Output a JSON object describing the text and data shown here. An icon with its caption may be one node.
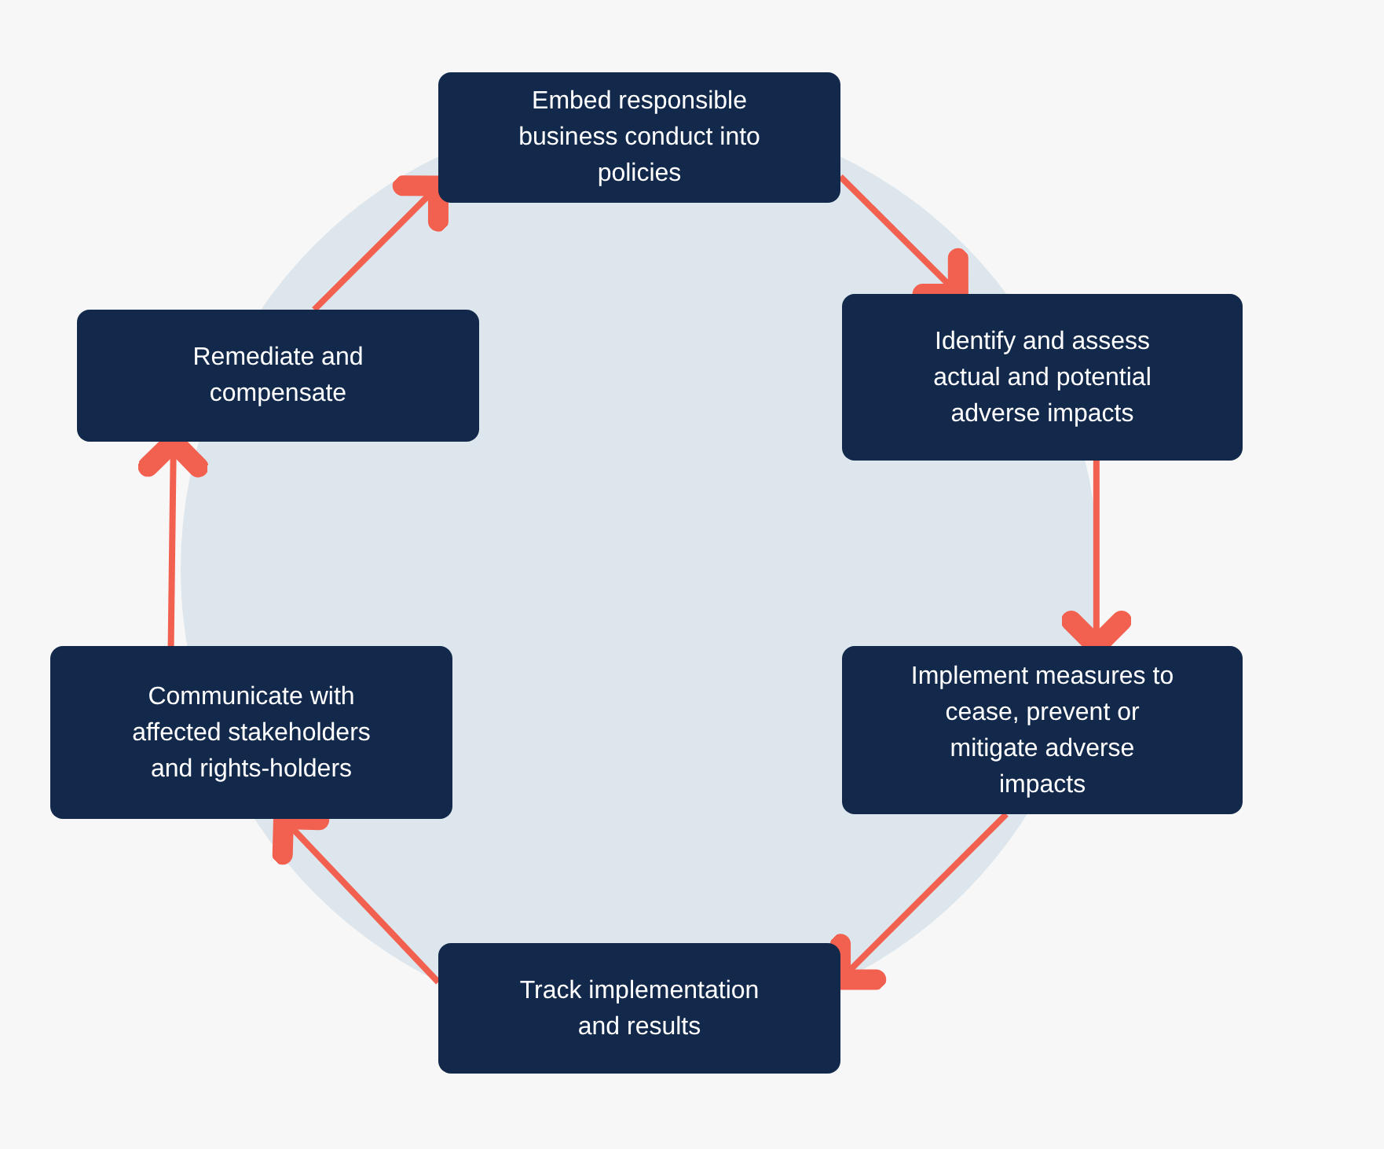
{
  "diagram": {
    "nodes": [
      {
        "text": [
          "Embed responsible business conduct into policies"
        ]
      },
      {
        "text": [
          "Identify and assess actual and potential adverse impacts"
        ]
      },
      {
        "text": [
          "Implement measures to cease, prevent or mitigate adverse impacts"
        ]
      },
      {
        "text": [
          "Track implementation and results"
        ]
      },
      {
        "text": [
          "Communicate with affected stakeholders and rights-holders"
        ]
      },
      {
        "text": [
          "Remediate and compensate"
        ]
      }
    ],
    "edges": [
      {
        "from": 0,
        "to": 1,
        "arrow": "to"
      },
      {
        "from": 1,
        "to": 2,
        "arrow": "to"
      },
      {
        "from": 2,
        "to": 3,
        "arrow": "to"
      },
      {
        "from": 3,
        "to": 4,
        "arrow": "to"
      },
      {
        "from": 4,
        "to": 5,
        "arrow": "to"
      },
      {
        "from": 5,
        "to": 0,
        "arrow": "to"
      }
    ]
  }
}
